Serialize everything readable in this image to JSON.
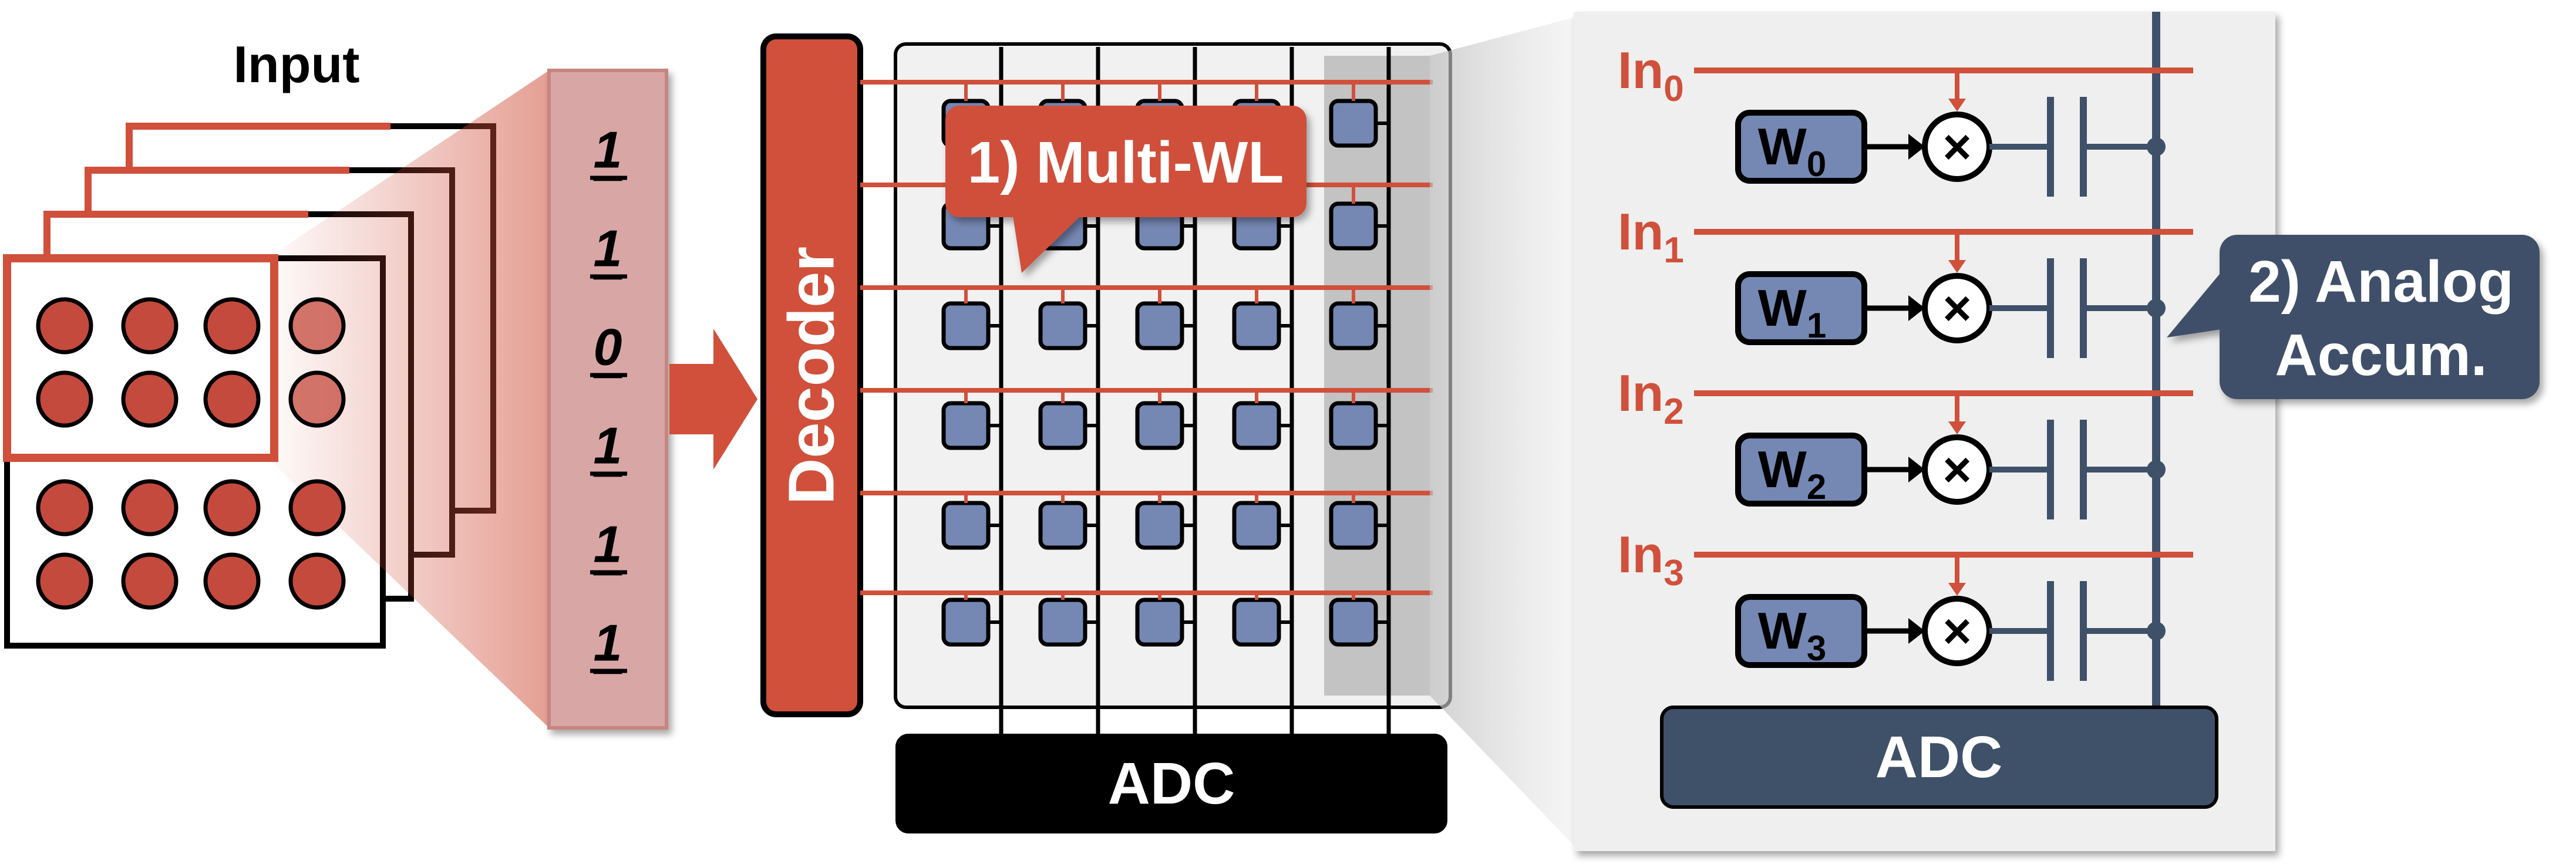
{
  "input_label": "Input",
  "bits": [
    "1",
    "1",
    "0",
    "1",
    "1",
    "1"
  ],
  "decoder_label": "Decoder",
  "callout_multi_wl": "1) Multi-WL",
  "adc_array_label": "ADC",
  "detail": {
    "inputs": [
      {
        "base": "In",
        "sub": "0"
      },
      {
        "base": "In",
        "sub": "1"
      },
      {
        "base": "In",
        "sub": "2"
      },
      {
        "base": "In",
        "sub": "3"
      }
    ],
    "weights": [
      {
        "base": "W",
        "sub": "0"
      },
      {
        "base": "W",
        "sub": "1"
      },
      {
        "base": "W",
        "sub": "2"
      },
      {
        "base": "W",
        "sub": "3"
      }
    ],
    "multiply_symbol": "×",
    "adc_label": "ADC"
  },
  "callout_analog": {
    "line1": "2) Analog",
    "line2": "Accum."
  },
  "colors": {
    "accent_red": "#D0503B",
    "cell_blue": "#7587B3",
    "navy": "#3F5069",
    "pink_strip": "#D9A6A6",
    "panel_gray": "#EFEFEF",
    "black": "#000000"
  }
}
